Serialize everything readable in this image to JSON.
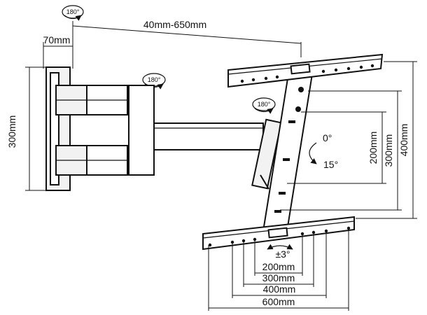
{
  "rotation_badges": {
    "top_left": "180°",
    "arm": "180°",
    "plate": "180°"
  },
  "dimensions": {
    "arm_extension": "40mm-650mm",
    "wall_plate_depth": "70mm",
    "wall_plate_height": "300mm",
    "vesa_vertical_200": "200mm",
    "vesa_vertical_300": "300mm",
    "vesa_vertical_400": "400mm",
    "vesa_horizontal_200": "200mm",
    "vesa_horizontal_300": "300mm",
    "vesa_horizontal_400": "400mm",
    "vesa_horizontal_600": "600mm"
  },
  "tilt": {
    "up": "0°",
    "down": "15°"
  },
  "swivel_level": "±3°"
}
